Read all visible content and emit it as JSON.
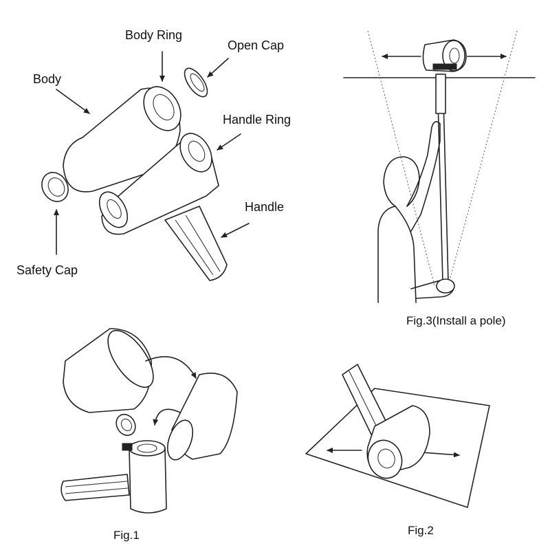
{
  "labels": {
    "body_ring": "Body Ring",
    "open_cap": "Open Cap",
    "body": "Body",
    "handle_ring": "Handle Ring",
    "handle": "Handle",
    "safety_cap": "Safety Cap"
  },
  "figures": {
    "fig1": "Fig.1",
    "fig2": "Fig.2",
    "fig3": "Fig.3(Install a pole)"
  }
}
